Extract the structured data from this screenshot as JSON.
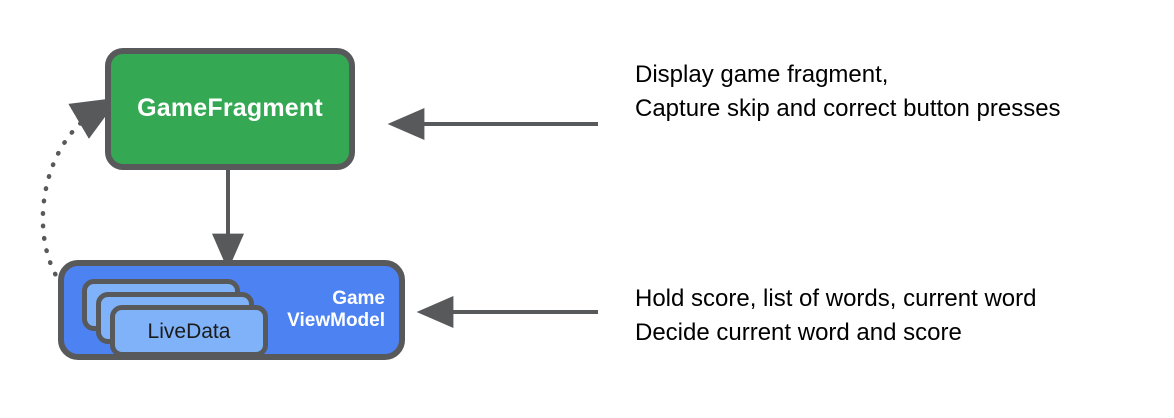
{
  "diagram": {
    "title": "GameFragment and GameViewModel architecture diagram",
    "nodes": {
      "fragment": {
        "label": "GameFragment",
        "fill": "#34a853",
        "text_color": "#ffffff",
        "border_color": "#58595b"
      },
      "viewmodel": {
        "label": "Game\nViewModel",
        "fill": "#4d82f3",
        "text_color": "#ffffff",
        "border_color": "#58595b",
        "cards": {
          "label": "LiveData",
          "count": 3,
          "fill": "#7fb2f8",
          "text_color": "#1b1b1b",
          "border_color": "#58595b"
        }
      }
    },
    "annotations": {
      "fragment": "Display game fragment,\nCapture skip and correct button presses",
      "viewmodel": "Hold score, list of words, current word\nDecide current word and score"
    },
    "connectors": {
      "fragment_to_viewmodel": {
        "style": "solid",
        "direction": "down",
        "color": "#58595b"
      },
      "viewmodel_to_fragment": {
        "style": "dotted",
        "direction": "up",
        "color": "#58595b"
      },
      "annotation_to_fragment": {
        "style": "solid",
        "direction": "left",
        "color": "#58595b"
      },
      "annotation_to_viewmodel": {
        "style": "solid",
        "direction": "left",
        "color": "#58595b"
      }
    }
  }
}
